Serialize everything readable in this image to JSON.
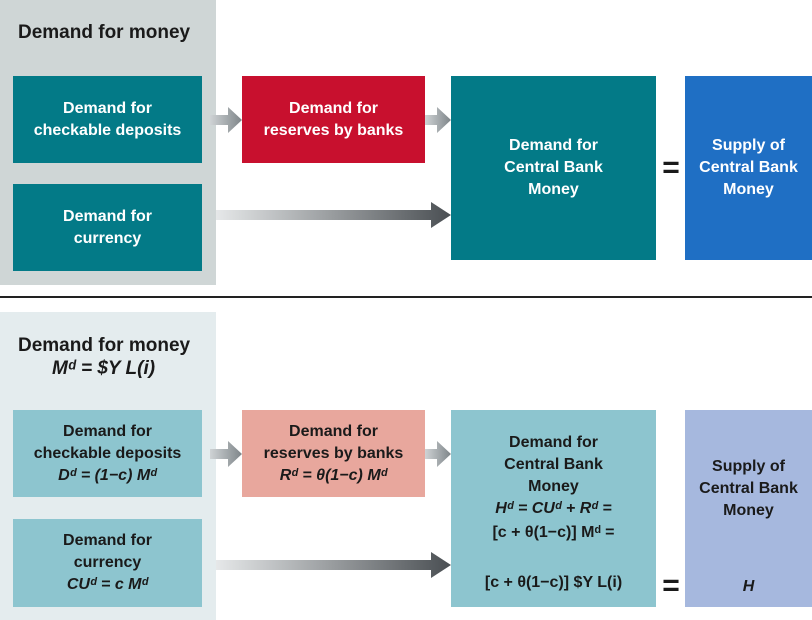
{
  "top": {
    "panel_title": "Demand for money",
    "checkable": [
      "Demand for",
      "checkable deposits"
    ],
    "currency": [
      "Demand for",
      "currency"
    ],
    "reserves": [
      "Demand for",
      "reserves by banks"
    ],
    "cbm_demand": [
      "Demand for",
      "Central Bank",
      "Money"
    ],
    "equals": "=",
    "cbm_supply": [
      "Supply of",
      "Central Bank",
      "Money"
    ]
  },
  "bottom": {
    "panel_title": "Demand for money",
    "panel_formula": "Mᵈ = $Y L(i)",
    "checkable": [
      "Demand for",
      "checkable deposits"
    ],
    "checkable_formula": "Dᵈ = (1−c) Mᵈ",
    "currency": [
      "Demand for",
      "currency"
    ],
    "currency_formula": "CUᵈ = c Mᵈ",
    "reserves": [
      "Demand for",
      "reserves by banks"
    ],
    "reserves_formula": "Rᵈ = θ(1−c) Mᵈ",
    "cbm_demand": [
      "Demand for",
      "Central Bank",
      "Money"
    ],
    "cbm_formula_1": "Hᵈ = CUᵈ + Rᵈ =",
    "cbm_formula_2": "[c + θ(1−c)] Mᵈ =",
    "cbm_formula_3": "[c + θ(1−c)] $Y L(i)",
    "equals": "=",
    "cbm_supply": [
      "Supply of",
      "Central Bank",
      "Money"
    ],
    "supply_symbol": "H"
  },
  "colors": {
    "teal_dark": "#037a87",
    "red_dark": "#c8102e",
    "blue_dark": "#1f6fc4",
    "teal_light": "#8dc5cf",
    "red_light": "#e8a79d",
    "blue_light": "#a6b8de"
  }
}
